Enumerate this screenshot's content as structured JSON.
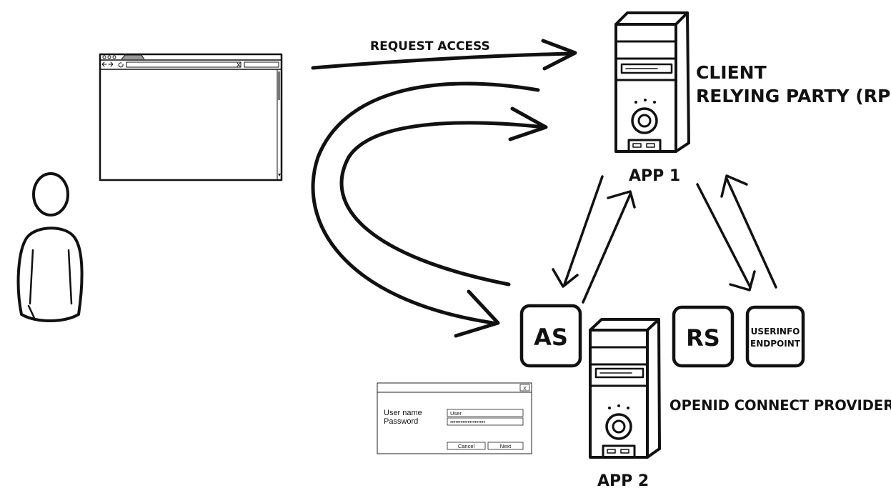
{
  "labels": {
    "request_access": "REQUEST ACCESS",
    "client_line1": "CLIENT",
    "client_line2": "RELYING PARTY (RP)",
    "app1": "APP 1",
    "app2": "APP 2",
    "as": "AS",
    "rs": "RS",
    "userinfo_line1": "USERINFO",
    "userinfo_line2": "ENDPOINT",
    "provider": "OPENID CONNECT PROVIDER"
  },
  "login_dialog": {
    "close": "X",
    "username_label": "User name",
    "password_label": "Password",
    "username_value": "User",
    "password_value": "••••••••••••••••••••",
    "cancel": "Cancel",
    "next": "Next"
  },
  "colors": {
    "ink": "#111111",
    "paper": "#ffffff"
  }
}
